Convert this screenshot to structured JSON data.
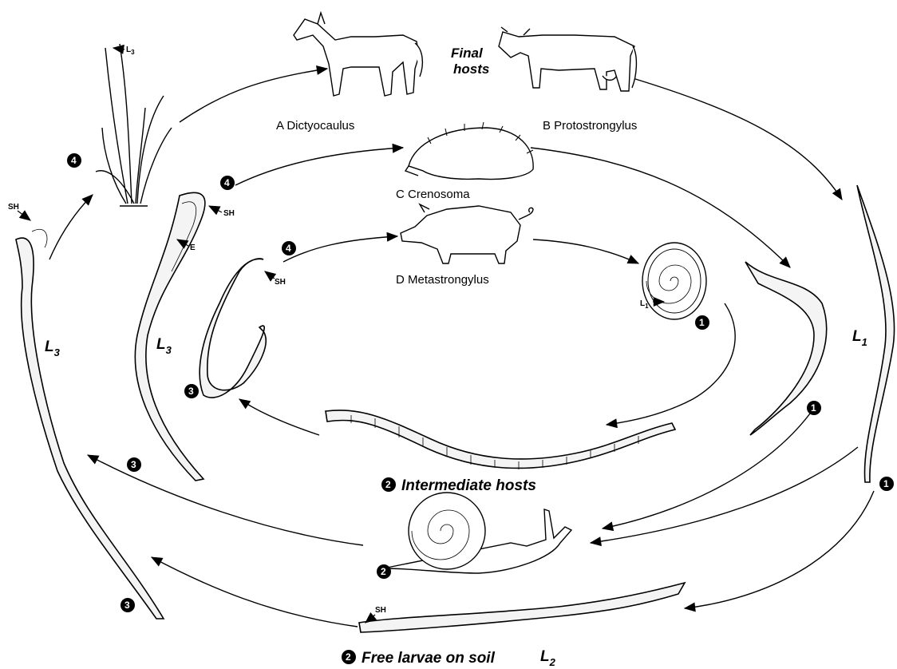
{
  "final_hosts": {
    "heading_line1": "Final",
    "heading_line2": "hosts",
    "A": "A  Dictyocaulus",
    "B": "B  Protostrongylus",
    "C": "C  Crenosoma",
    "D": "D  Metastrongylus"
  },
  "intermediate_hosts": {
    "number": "2",
    "label": "Intermediate hosts"
  },
  "free_larvae": {
    "number": "2",
    "label": "Free  larvae on soil",
    "stage_main": "L",
    "stage_sub": "2"
  },
  "stages": {
    "L1": {
      "main": "L",
      "sub": "1"
    },
    "L3_outer": {
      "main": "L",
      "sub": "3"
    },
    "L3_inner": {
      "main": "L",
      "sub": "3"
    }
  },
  "tags": {
    "sh": "SH",
    "e": "E",
    "grass_L": "L",
    "grass_sub": "3",
    "egg_L": "L",
    "egg_sub": "1"
  },
  "step_numbers": [
    "1",
    "1",
    "1",
    "2",
    "3",
    "3",
    "3",
    "4",
    "4",
    "4"
  ],
  "icons": [
    "horse-icon",
    "cow-icon",
    "hedgehog-icon",
    "pig-icon",
    "snail-icon",
    "earthworm-icon",
    "grass-icon",
    "egg-icon"
  ]
}
